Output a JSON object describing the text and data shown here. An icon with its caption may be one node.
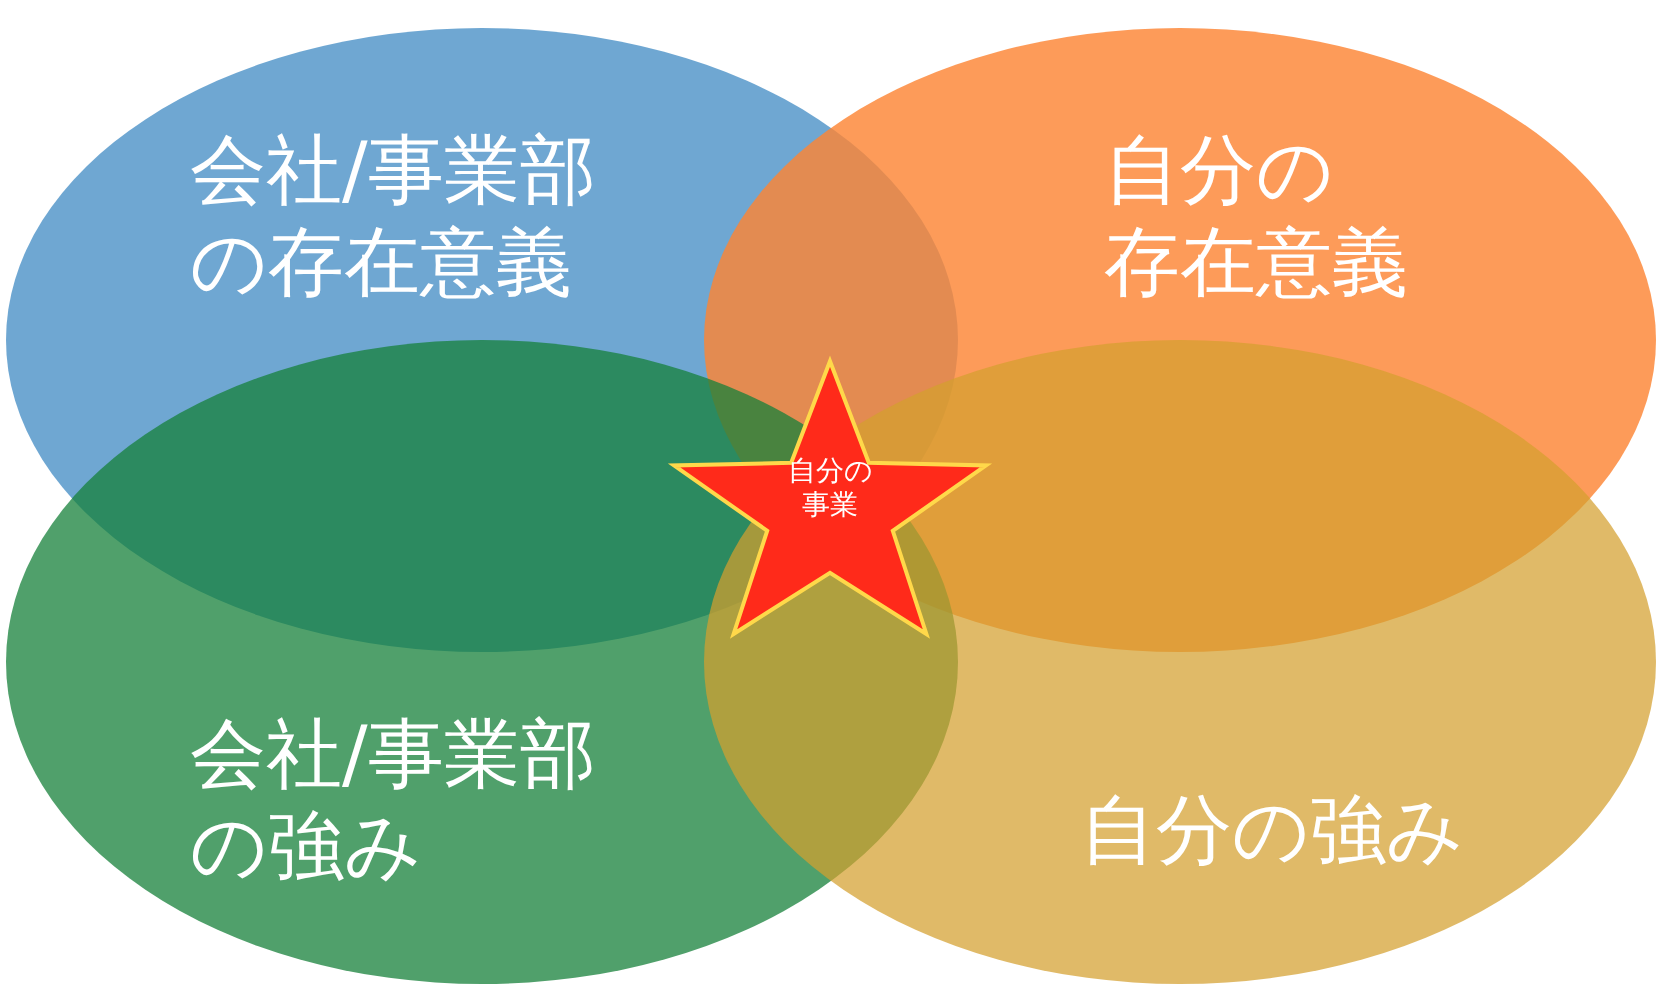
{
  "diagram": {
    "nodes": [
      {
        "text": [
          "会社/事業部の存在意義"
        ]
      },
      {
        "text": [
          "自分の存在意義"
        ]
      },
      {
        "text": [
          "会社/事業部の強み"
        ]
      },
      {
        "text": [
          "自分の強み"
        ]
      },
      {
        "text": [
          "自分の事業"
        ]
      }
    ]
  }
}
